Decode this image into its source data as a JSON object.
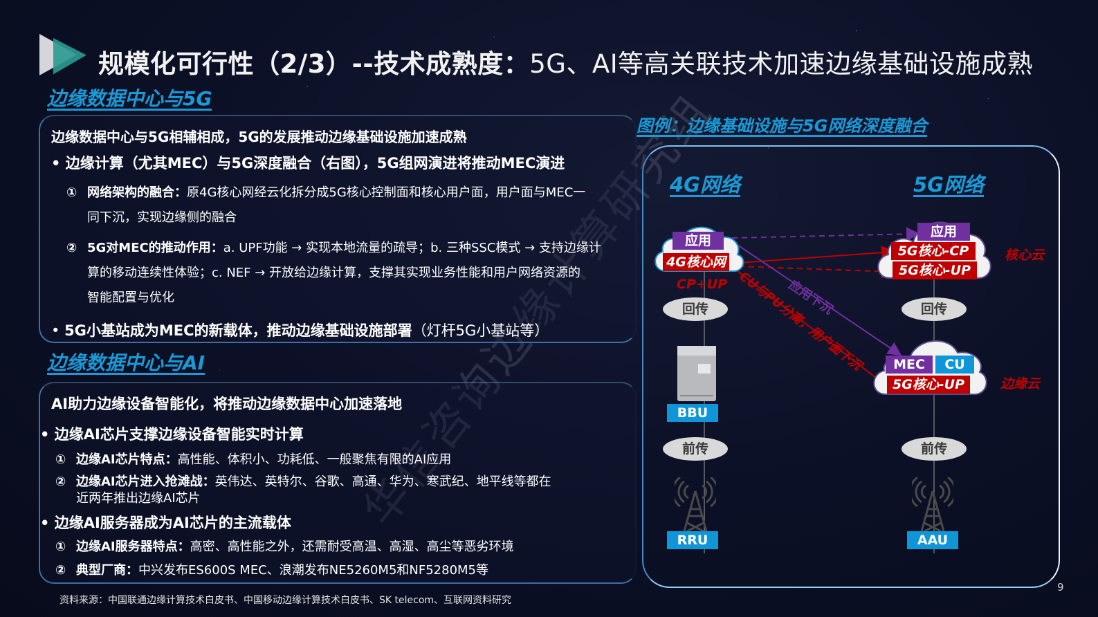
{
  "slide": {
    "title_bold": "规模化可行性（2/3）--技术成熟度：",
    "title_rest": "5G、AI等高关联技术加速边缘基础设施成熟",
    "page_number": "9",
    "watermark": "华信咨询边缘计算研究组",
    "source": "资料来源：中国联通边缘计算技术白皮书、中国移动边缘计算技术白皮书、SK telecom、互联网资料研究"
  },
  "section_5g": {
    "heading": "边缘数据中心与5G",
    "lead": "边缘数据中心与5G相辅相成，5G的发展推动边缘基础设施加速成熟",
    "bullet1": "边缘计算（尤其MEC）与5G深度融合（右图），5G组网演进将推动MEC演进",
    "item1_num": "①",
    "item1_label": "网络架构的融合：",
    "item1_text_l1": "原4G核心网经云化拆分成5G核心控制面和核心用户面，用户面与MEC一",
    "item1_text_l2": "同下沉，实现边缘侧的融合",
    "item2_num": "②",
    "item2_label": "5G对MEC的推动作用：",
    "item2_text_l1": "a. UPF功能 → 实现本地流量的疏导；b. 三种SSC模式 → 支持边缘计",
    "item2_text_l2": "算的移动连续性体验；c. NEF  →  开放给边缘计算，支撑其实现业务性能和用户网络资源的",
    "item2_text_l3": "智能配置与优化",
    "bullet2_bold": "5G小基站成为MEC的新载体，推动边缘基础设施部署",
    "bullet2_rest": "（灯杆5G小基站等）"
  },
  "section_ai": {
    "heading": "边缘数据中心与AI",
    "lead": "AI助力边缘设备智能化，将推动边缘数据中心加速落地",
    "bullet1": "边缘AI芯片支撑边缘设备智能实时计算",
    "item1_num": "①",
    "item1_label": "边缘AI芯片特点：",
    "item1_text": "高性能、体积小、功耗低、一般聚焦有限的AI应用",
    "item2_num": "②",
    "item2_label": "边缘AI芯片进入抢滩战：",
    "item2_text_l1": "英伟达、英特尔、谷歌、高通、华为、寒武纪、地平线等都在",
    "item2_text_l2": "近两年推出边缘AI芯片",
    "bullet2": "边缘AI服务器成为AI芯片的主流载体",
    "item3_num": "①",
    "item3_label": "边缘AI服务器特点：",
    "item3_text": "高密、高性能之外，还需耐受高温、高湿、高尘等恶劣环境",
    "item4_num": "②",
    "item4_label": "典型厂商：",
    "item4_text": "中兴发布ES600S MEC、浪潮发布NE5260M5和NF5280M5等"
  },
  "diagram": {
    "caption": "图例：边缘基础设施与5G网络深度融合",
    "net4g": {
      "title": "4G网络",
      "app": "应用",
      "core": "4G核心网",
      "cp_up": "CP+UP",
      "backhaul": "回传",
      "bbu": "BBU",
      "fronthaul": "前传",
      "rru": "RRU"
    },
    "net5g": {
      "title": "5G网络",
      "app": "应用",
      "core_cp": "5G核心-CP",
      "core_up": "5G核心-UP",
      "core_cloud": "核心云",
      "backhaul": "回传",
      "mec": "MEC",
      "cu": "CU",
      "edge_up": "5G核心-UP",
      "edge_cloud": "边缘云",
      "fronthaul": "前传",
      "aau": "AAU"
    },
    "arrows": {
      "app_sink": "应用下沉",
      "cu_pu_split": "CU与PU分离，用户面下沉"
    },
    "colors": {
      "accent_blue": "#1a9ad6",
      "purple": "#7030a0",
      "red": "#c00000",
      "cyan_tag": "#0f96d8"
    }
  }
}
